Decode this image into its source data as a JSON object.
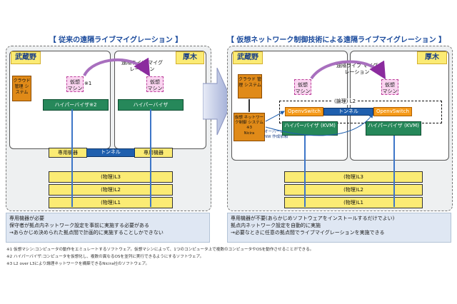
{
  "left": {
    "title": "【 従来の遠隔ライブマイグレーション 】",
    "site_a": "武蔵野",
    "site_b": "厚木",
    "mgmt": "クラウド 管理 システム",
    "vm_src": "仮想 マシン",
    "vm_src_note": "※1",
    "vm_dst": "仮想 マシン",
    "migration": "遠隔ライブ マイグレーション",
    "hv_a": "ハイパーバイザ※2",
    "hv_b": "ハイパーバイザ",
    "device_a": "専用機器",
    "device_b": "専用機器",
    "tunnel": "トンネル",
    "layers": [
      "(物理)L3",
      "(物理)L2",
      "(物理)L1"
    ],
    "summary": [
      "専用機器が必要",
      "保守者が拠点内ネットワーク設定を事前に実施する必要がある",
      "→あらかじめ決められた拠点間で計画的に実施することしかできない"
    ]
  },
  "right": {
    "title": "【 仮想ネットワーク制御技術による遠隔ライブマイグレーション 】",
    "site_a": "武蔵野",
    "site_b": "厚木",
    "mgmt": "クラウド 管理 システム",
    "vnet": "仮想 ネットワーク制御 システム※3",
    "vnet_sub": "Nicira",
    "overlay_note": "オーバーレイNW 作成依頼",
    "vm_src": "仮想 マシン",
    "vm_dst": "仮想 マシン",
    "migration": "遠隔ライブ マイグレーション",
    "l2_label": "(論理) L2",
    "tunnel": "トンネル",
    "ovs_a": "OpenvSwitch",
    "ovs_b": "OpenvSwitch",
    "hv_a": "ハイパーバイザ (KVM)",
    "hv_b": "ハイパーバイザ (KVM)",
    "layers": [
      "(物理)L3",
      "(物理)L2",
      "(物理)L1"
    ],
    "summary": [
      "専用機器が不要(あらかじめソフトウェアをインストールするだけでよい)",
      "拠点内ネットワーク設定を自動的に実施",
      "→必要なときに任意の拠点間でライブマイグレーションを実施できる"
    ]
  },
  "footnotes": [
    "※1 仮想マシン:コンピュータの動作をエミュレートするソフトウェア。仮想マシンによって、1つのコンピュータ上で複数のコンピュータやOSを動作させることができる。",
    "※2 ハイパーバイザ:コンピュータを仮想化し、複数の異なるOSを並列に実行できるようにするソフトウェア。",
    "※3 L2 over L3により論理ネットワークを構築できるNicira社のソフトウェア。"
  ],
  "colors": {
    "title": "#1a4a9c",
    "hypervisor": "#26885a",
    "openvswitch": "#f59a1a",
    "tunnel": "#1f5fae",
    "vm": "#fad4f0",
    "label_yellow": "#fbeb74",
    "migration_arrow": "#8b2b9e"
  }
}
